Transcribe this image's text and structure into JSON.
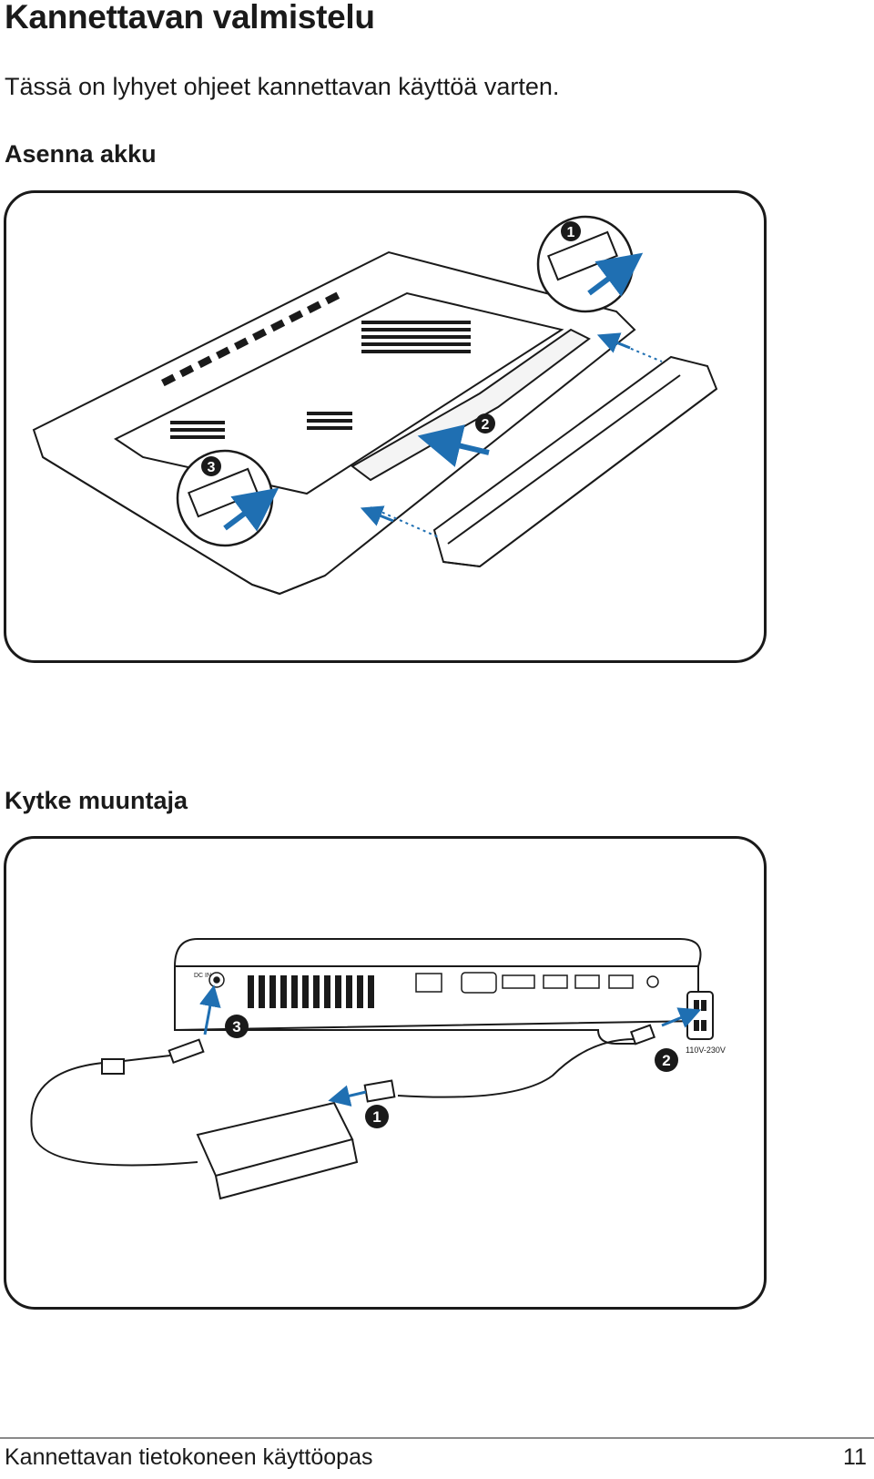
{
  "page": {
    "title": "Kannettavan valmistelu",
    "intro": "Tässä on lyhyet ohjeet kannettavan käyttöä varten."
  },
  "sections": [
    {
      "heading": "Asenna akku",
      "steps": [
        "1",
        "2",
        "3"
      ]
    },
    {
      "heading": "Kytke muuntaja",
      "steps": [
        "1",
        "2",
        "3"
      ],
      "port_label": "DC IN",
      "outlet_label": "110V-230V"
    }
  ],
  "footer": {
    "text": "Kannettavan tietokoneen käyttöopas",
    "page_number": "11"
  },
  "colors": {
    "accent_blue": "#1f6fb2",
    "line": "#1a1a1a"
  },
  "icons": {
    "step_marker": "black-circle-number",
    "arrow": "blue-arrow"
  }
}
